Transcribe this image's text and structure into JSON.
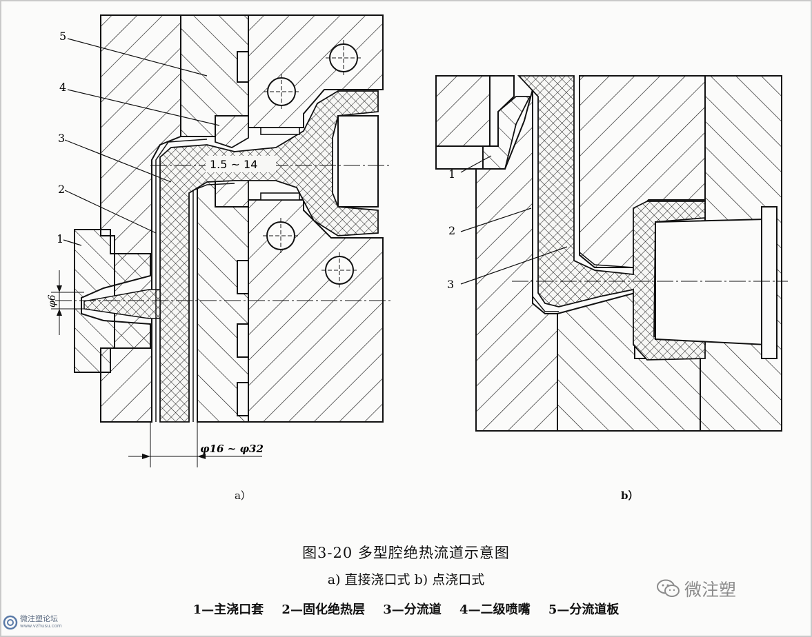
{
  "figure": {
    "title": "图3-20  多型腔绝热流道示意图",
    "subtitle": "a) 直接浇口式    b) 点浇口式",
    "legend": [
      "1—主浇口套",
      "2—固化绝热层",
      "3—分流道",
      "4—二级喷嘴",
      "5—分流道板"
    ]
  },
  "panel_a": {
    "label": "a）",
    "part_numbers": [
      "5",
      "4",
      "3",
      "2",
      "1"
    ],
    "dim_gap": "1.5 ~ 14",
    "dim_diameter": "φ16 ~ φ32",
    "dim_gate": "φ6"
  },
  "panel_b": {
    "label": "b）",
    "part_numbers": [
      "1",
      "2",
      "3"
    ]
  },
  "watermarks": {
    "right": "微注塑",
    "left_name": "微注塑论坛",
    "left_url": "www.vzhusu.com"
  }
}
